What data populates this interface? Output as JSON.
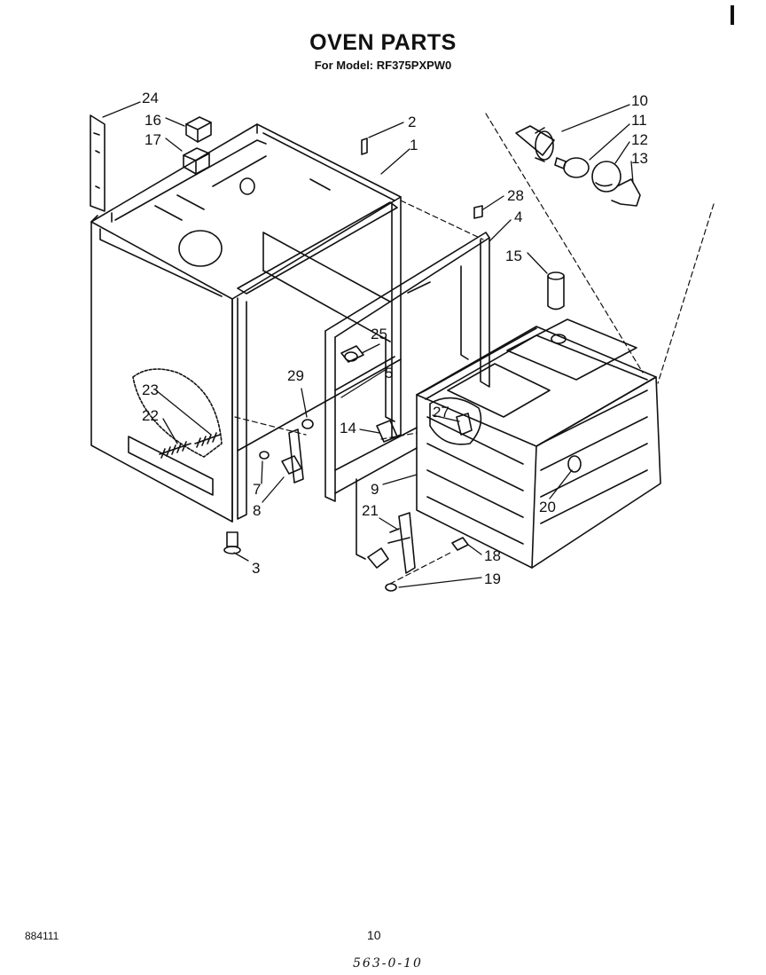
{
  "header": {
    "title": "OVEN PARTS",
    "subtitle": "For Model: RF375PXPW0"
  },
  "callouts": [
    "1",
    "2",
    "3",
    "4",
    "5",
    "7",
    "8",
    "9",
    "10",
    "11",
    "12",
    "13",
    "14",
    "15",
    "16",
    "17",
    "18",
    "19",
    "20",
    "21",
    "22",
    "23",
    "24",
    "25",
    "27",
    "28",
    "29"
  ],
  "footer": {
    "code": "884111",
    "page": "10",
    "handwritten": "563-0-10"
  }
}
